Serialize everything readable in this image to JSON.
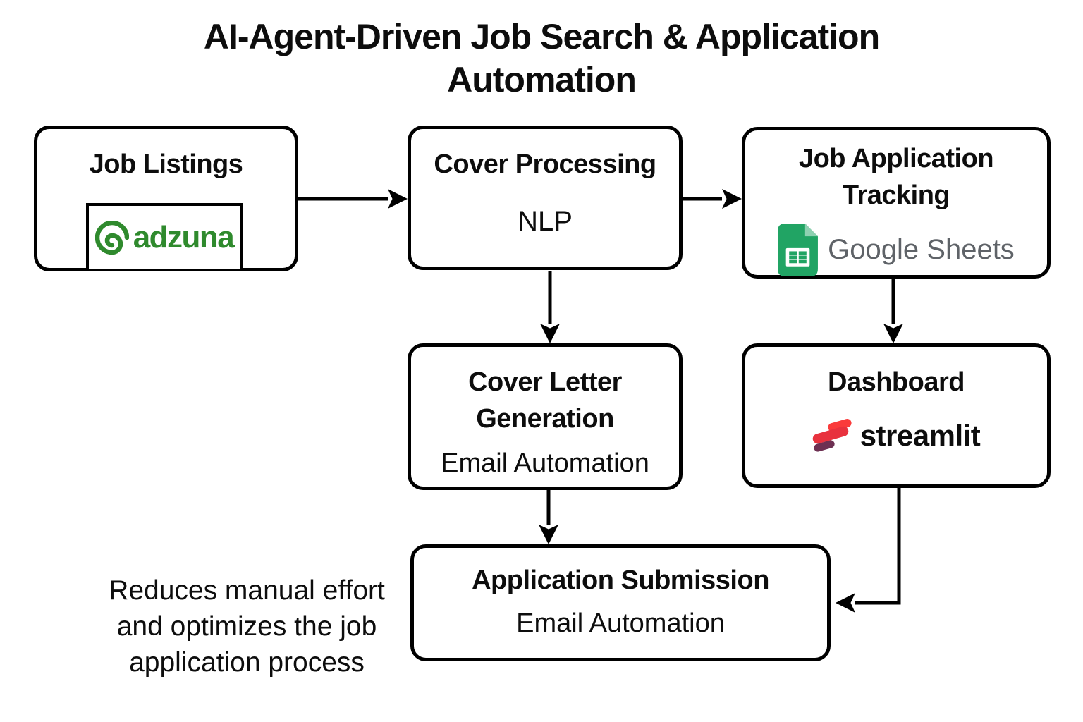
{
  "title": {
    "line1": "AI-Agent-Driven Job Search & Application",
    "line2": "Automation"
  },
  "nodes": {
    "job_listings": {
      "label": "Job Listings",
      "tool": "adzuna"
    },
    "cover_processing": {
      "label": "Cover Processing",
      "sublabel": "NLP"
    },
    "job_application_tracking": {
      "label": "Job Application Tracking",
      "tool": "Google Sheets"
    },
    "cover_letter_generation": {
      "label": "Cover Letter Generation",
      "sublabel": "Email Automation"
    },
    "dashboard": {
      "label": "Dashboard",
      "tool": "streamlit"
    },
    "application_submission": {
      "label": "Application Submission",
      "sublabel": "Email Automation"
    }
  },
  "caption": {
    "line1": "Reduces manual effort",
    "line2": "and optimizes the job",
    "line3": "application process"
  },
  "colors": {
    "line_black": "#000000",
    "text": "#0d0d0d",
    "adzuna_green": "#2F8A2D",
    "sheets_green": "#21A464",
    "sheets_fold_light_green": "#8ED1B1",
    "sheets_text_gray": "#5F6368",
    "streamlit_bright_red": "#FA3B3B",
    "streamlit_red": "#E8323E",
    "streamlit_purple": "#6D3052"
  }
}
